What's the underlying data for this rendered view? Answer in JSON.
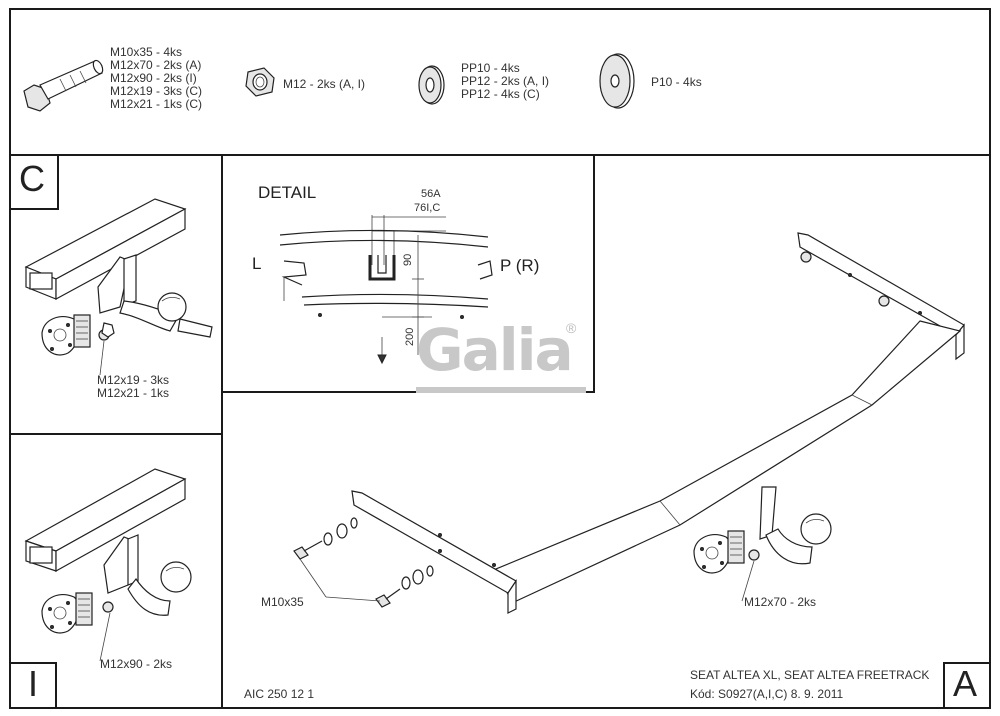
{
  "hardware": {
    "bolt_lines": [
      "M10x35 - 4ks",
      "M12x70 - 2ks (A)",
      "M12x90 - 2ks (I)",
      "M12x19 - 3ks (C)",
      "M12x21 - 1ks (C)"
    ],
    "nut_label": "M12 - 2ks (A, I)",
    "washer_lines": [
      "PP10 - 4ks",
      "PP12 - 2ks (A, I)",
      "PP12 - 4ks (C)"
    ],
    "big_washer_label": "P10 - 4ks"
  },
  "panel_c": {
    "letter": "C",
    "callout_lines": [
      "M12x19 - 3ks",
      "M12x21 - 1ks"
    ]
  },
  "panel_i": {
    "letter": "I",
    "callout": "M12x90 - 2ks"
  },
  "detail": {
    "title": "DETAIL",
    "dim_top_1": "56A",
    "dim_top_2": "76I,C",
    "left_label": "L",
    "right_label": "P (R)",
    "dim_90": "90",
    "dim_200": "200"
  },
  "logo": {
    "text": "Galia",
    "mark": "®"
  },
  "main": {
    "letter": "A",
    "callout_bolt": "M10x35",
    "callout_ball": "M12x70 - 2ks",
    "code_left": "AIC 250 12 1",
    "vehicle": "SEAT ALTEA XL, SEAT ALTEA FREETRACK",
    "code_date": "Kód: S0927(A,I,C)  8. 9. 2011"
  }
}
